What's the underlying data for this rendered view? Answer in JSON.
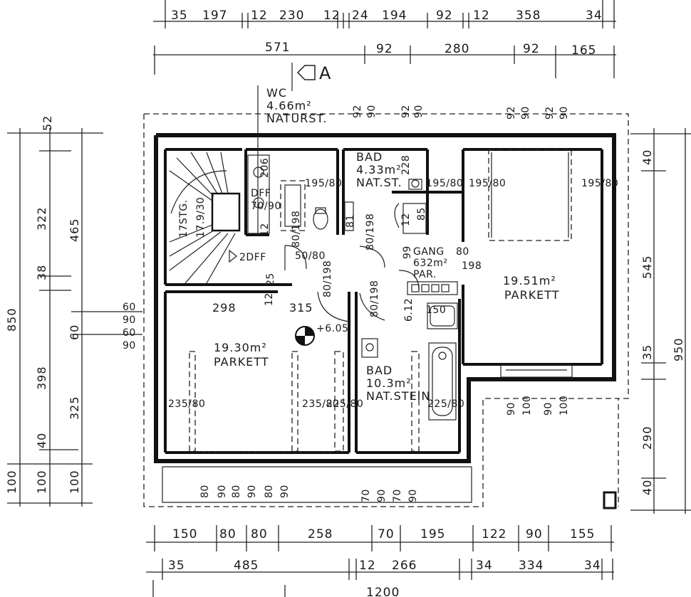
{
  "section_marker": "A",
  "top_dims_row1": [
    "35",
    "197",
    "12",
    "230",
    "12",
    "24",
    "194",
    "92",
    "12",
    "358",
    "34"
  ],
  "top_dims_row2": [
    "571",
    "92",
    "280",
    "92",
    "165"
  ],
  "bottom_dims_row1": [
    "150",
    "80",
    "80",
    "258",
    "70",
    "195",
    "122",
    "90",
    "155"
  ],
  "bottom_dims_row2": [
    "35",
    "485",
    "12",
    "266",
    "34",
    "334",
    "34"
  ],
  "bottom_total": "1200",
  "left_dims_outer": [
    "850",
    "100"
  ],
  "left_dims_mid": [
    "322",
    "38",
    "398",
    "40",
    "100"
  ],
  "left_dims_inner": [
    "52",
    "465",
    "60",
    "325",
    "100"
  ],
  "left_small": [
    "60",
    "90",
    "60",
    "90"
  ],
  "right_dims_inner": [
    "40",
    "545",
    "35",
    "290",
    "40"
  ],
  "right_total": "950",
  "rooms": {
    "wc": {
      "name": "WC",
      "area": "4.66m²",
      "floor": "NATURST."
    },
    "bad_small": {
      "name": "BAD",
      "area": "4.33m²",
      "floor": "NAT.ST."
    },
    "gang": {
      "name": "GANG",
      "area": "632m²",
      "floor": "PAR."
    },
    "room_right": {
      "area": "19.51m²",
      "floor": "PARKETT"
    },
    "room_left": {
      "area": "19.30m²",
      "floor": "PARKETT"
    },
    "bad_large": {
      "name": "BAD",
      "area": "10.3m²",
      "floor": "NAT.STEIN"
    }
  },
  "stairs": {
    "label": "17STG.",
    "ratio": "17.9/30"
  },
  "dff": {
    "label": "DFF",
    "size": "70/90",
    "note": "2DFF"
  },
  "level": "+6.05",
  "openings": {
    "o1": "195/80",
    "o2": "195/80",
    "o3": "195/80",
    "o4": "195/80",
    "o5": "235/80",
    "o6": "235/80",
    "o7": "225/80",
    "o8": "225/80",
    "o9": "150",
    "o10": "80/198",
    "o11": "80/198",
    "o12": "80/198",
    "o13": "80/198",
    "o14": "50/80",
    "o15": "298",
    "o16": "315",
    "o17": "12",
    "o18": "206",
    "o19": "228",
    "o20": "12",
    "o21": "85",
    "o22": "81",
    "o23": "12",
    "o24": "25",
    "o25": "6.12",
    "o26": "99",
    "o27": "80",
    "o28": "198"
  },
  "parapets": {
    "top_left": [
      "92",
      "90",
      "92",
      "90"
    ],
    "top_right": [
      "92",
      "90",
      "92",
      "90"
    ],
    "bottom_left": [
      "80",
      "90",
      "80",
      "90",
      "80",
      "90"
    ],
    "bottom_mid": [
      "70",
      "90",
      "70",
      "90"
    ],
    "bottom_right": [
      "90",
      "100",
      "90",
      "100"
    ]
  }
}
